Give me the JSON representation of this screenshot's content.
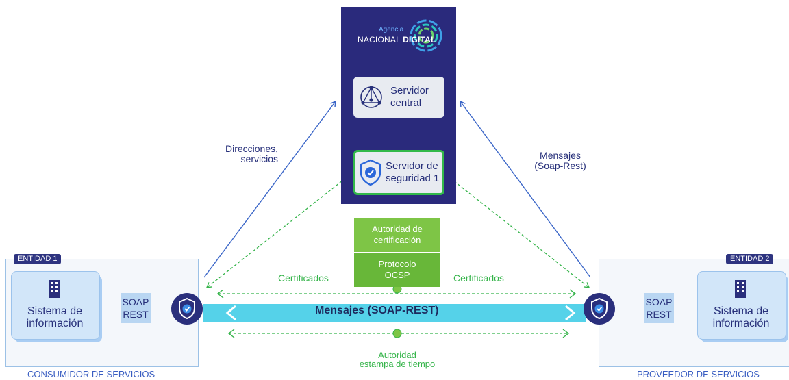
{
  "logo": {
    "small": "Agencia",
    "big_prefix": "NACIONAL",
    "big_strong": "DIGITAL"
  },
  "central": {
    "line1": "Servidor",
    "line2": "central"
  },
  "security": {
    "line1": "Servidor de",
    "line2": "seguridad 1"
  },
  "left_arrow_label": {
    "line1": "Direcciones,",
    "line2": "servicios"
  },
  "right_arrow_label": {
    "line1": "Mensajes",
    "line2": "(Soap-Rest)"
  },
  "cert_authority": {
    "line1": "Autoridad de",
    "line2": "certificación"
  },
  "ocsp": {
    "line1": "Protocolo",
    "line2": "OCSP"
  },
  "certificates_left": "Certificados",
  "certificates_right": "Certificados",
  "messages_bar": "Mensajes (SOAP-REST)",
  "timestamp": {
    "line1": "Autoridad",
    "line2": "estampa de tiempo"
  },
  "entity1": {
    "tag": "ENTIDAD 1",
    "system_line1": "Sistema de",
    "system_line2": "información",
    "soap": "SOAP",
    "rest": "REST",
    "footer": "CONSUMIDOR DE SERVICIOS"
  },
  "entity2": {
    "tag": "ENTIDAD 2",
    "system_line1": "Sistema de",
    "system_line2": "información",
    "soap": "SOAP",
    "rest": "REST",
    "footer": "PROVEEDOR DE SERVICIOS"
  },
  "colors": {
    "navy": "#2a2a7c",
    "green": "#35b44a",
    "cyan": "#55d2e9",
    "blue_line": "#3c67c8"
  }
}
